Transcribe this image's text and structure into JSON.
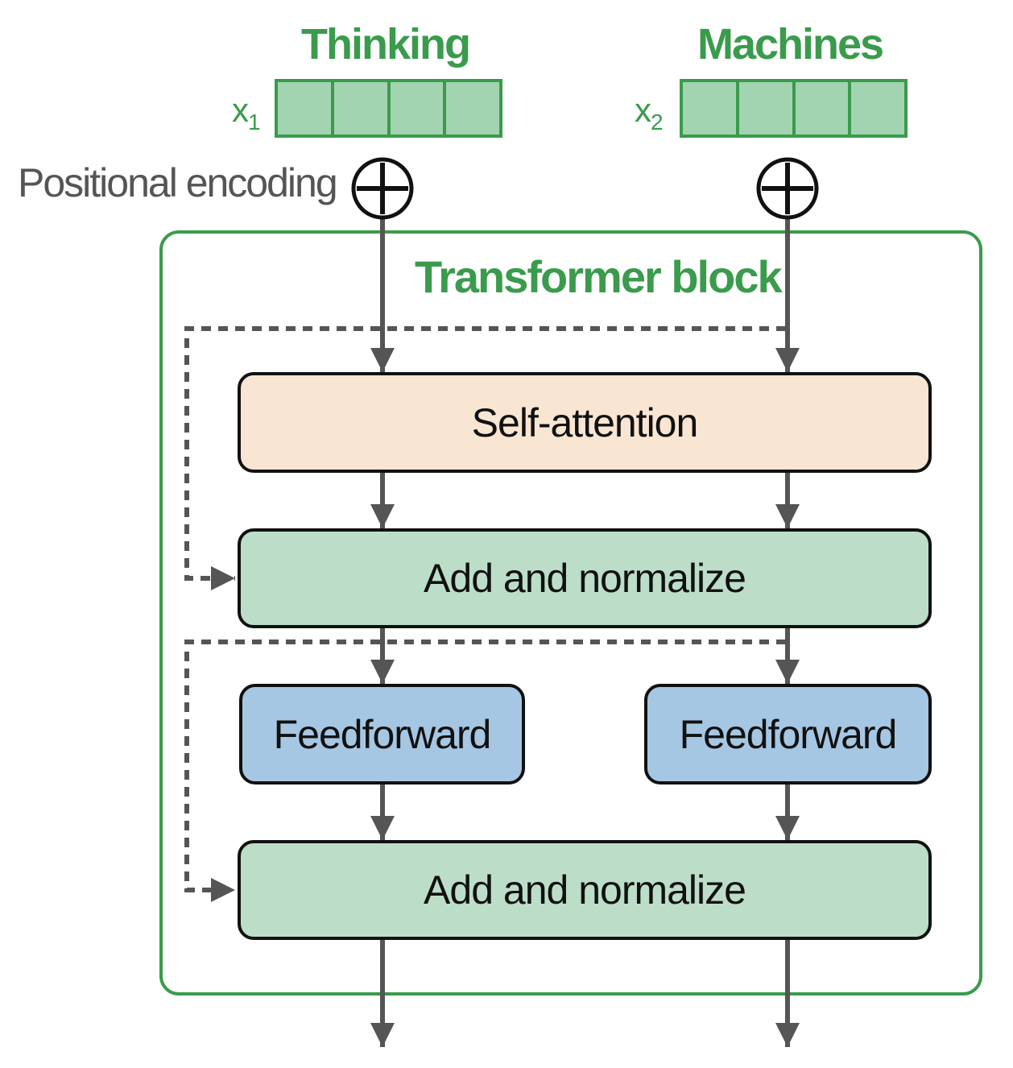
{
  "diagram": {
    "tokens": [
      {
        "word": "Thinking",
        "vector_label": "x",
        "vector_index": "1",
        "dims": 4
      },
      {
        "word": "Machines",
        "vector_label": "x",
        "vector_index": "2",
        "dims": 4
      }
    ],
    "positional_encoding_label": "Positional encoding",
    "block_title": "Transformer block",
    "self_attention_label": "Self-attention",
    "add_norm_label_1": "Add and normalize",
    "feedforward_left_label": "Feedforward",
    "feedforward_right_label": "Feedforward",
    "add_norm_label_2": "Add and normalize",
    "colors": {
      "green_accent": "#3a9b4c",
      "embedding_fill": "#a3d4b1",
      "attention_fill": "#f8e6d3",
      "normalize_fill": "#bcdec8",
      "feedforward_fill": "#a6c7e3",
      "arrow": "#555555",
      "border": "#111111"
    }
  }
}
